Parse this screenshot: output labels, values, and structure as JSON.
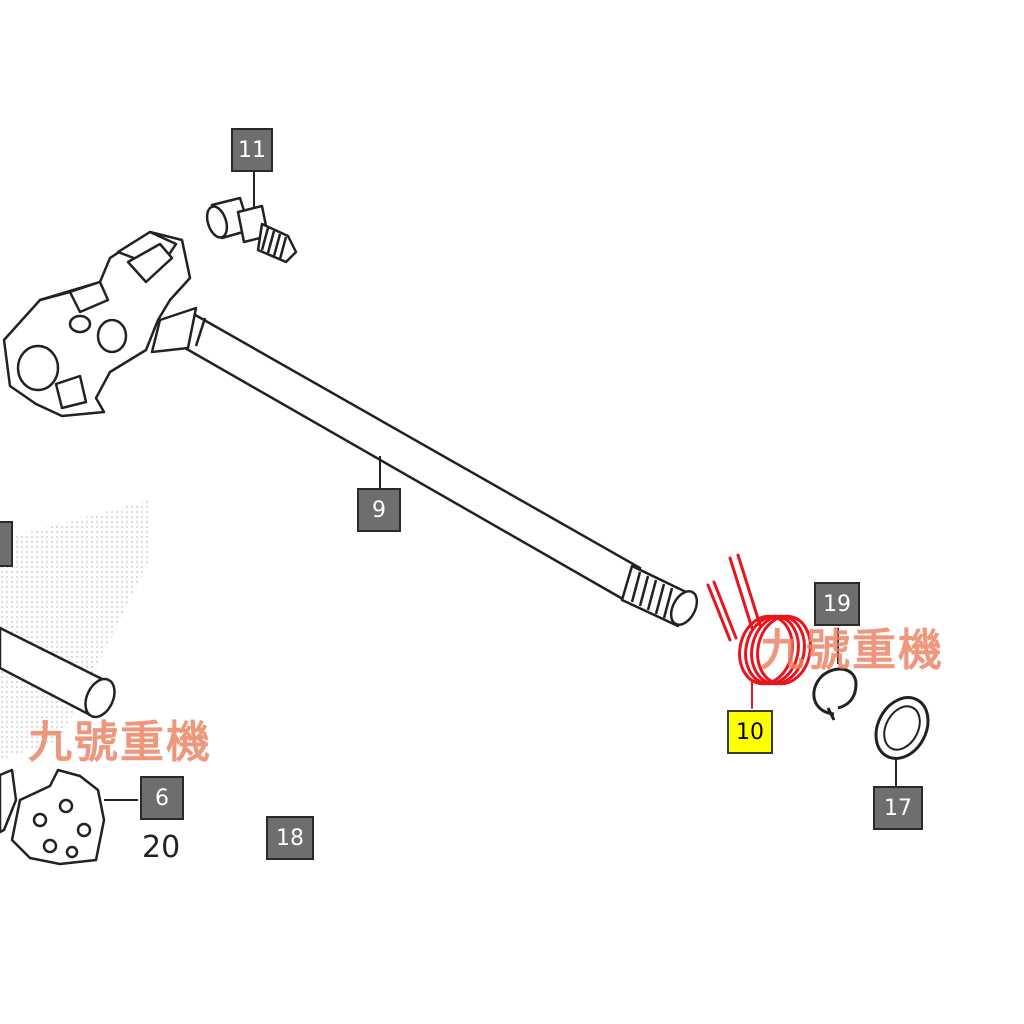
{
  "callouts": {
    "c11": "11",
    "c9": "9",
    "c19": "19",
    "c10": "10",
    "c17": "17",
    "c6": "6",
    "c18": "18"
  },
  "plain_labels": {
    "p20": "20"
  },
  "watermarks": {
    "w1": "九號重機",
    "w2": "九號重機"
  },
  "colors": {
    "highlight_part": "#e8141e",
    "callout_fill": "#6e6e6e",
    "callout_highlight_fill": "#ffff00",
    "watermark": "#ec8060"
  }
}
